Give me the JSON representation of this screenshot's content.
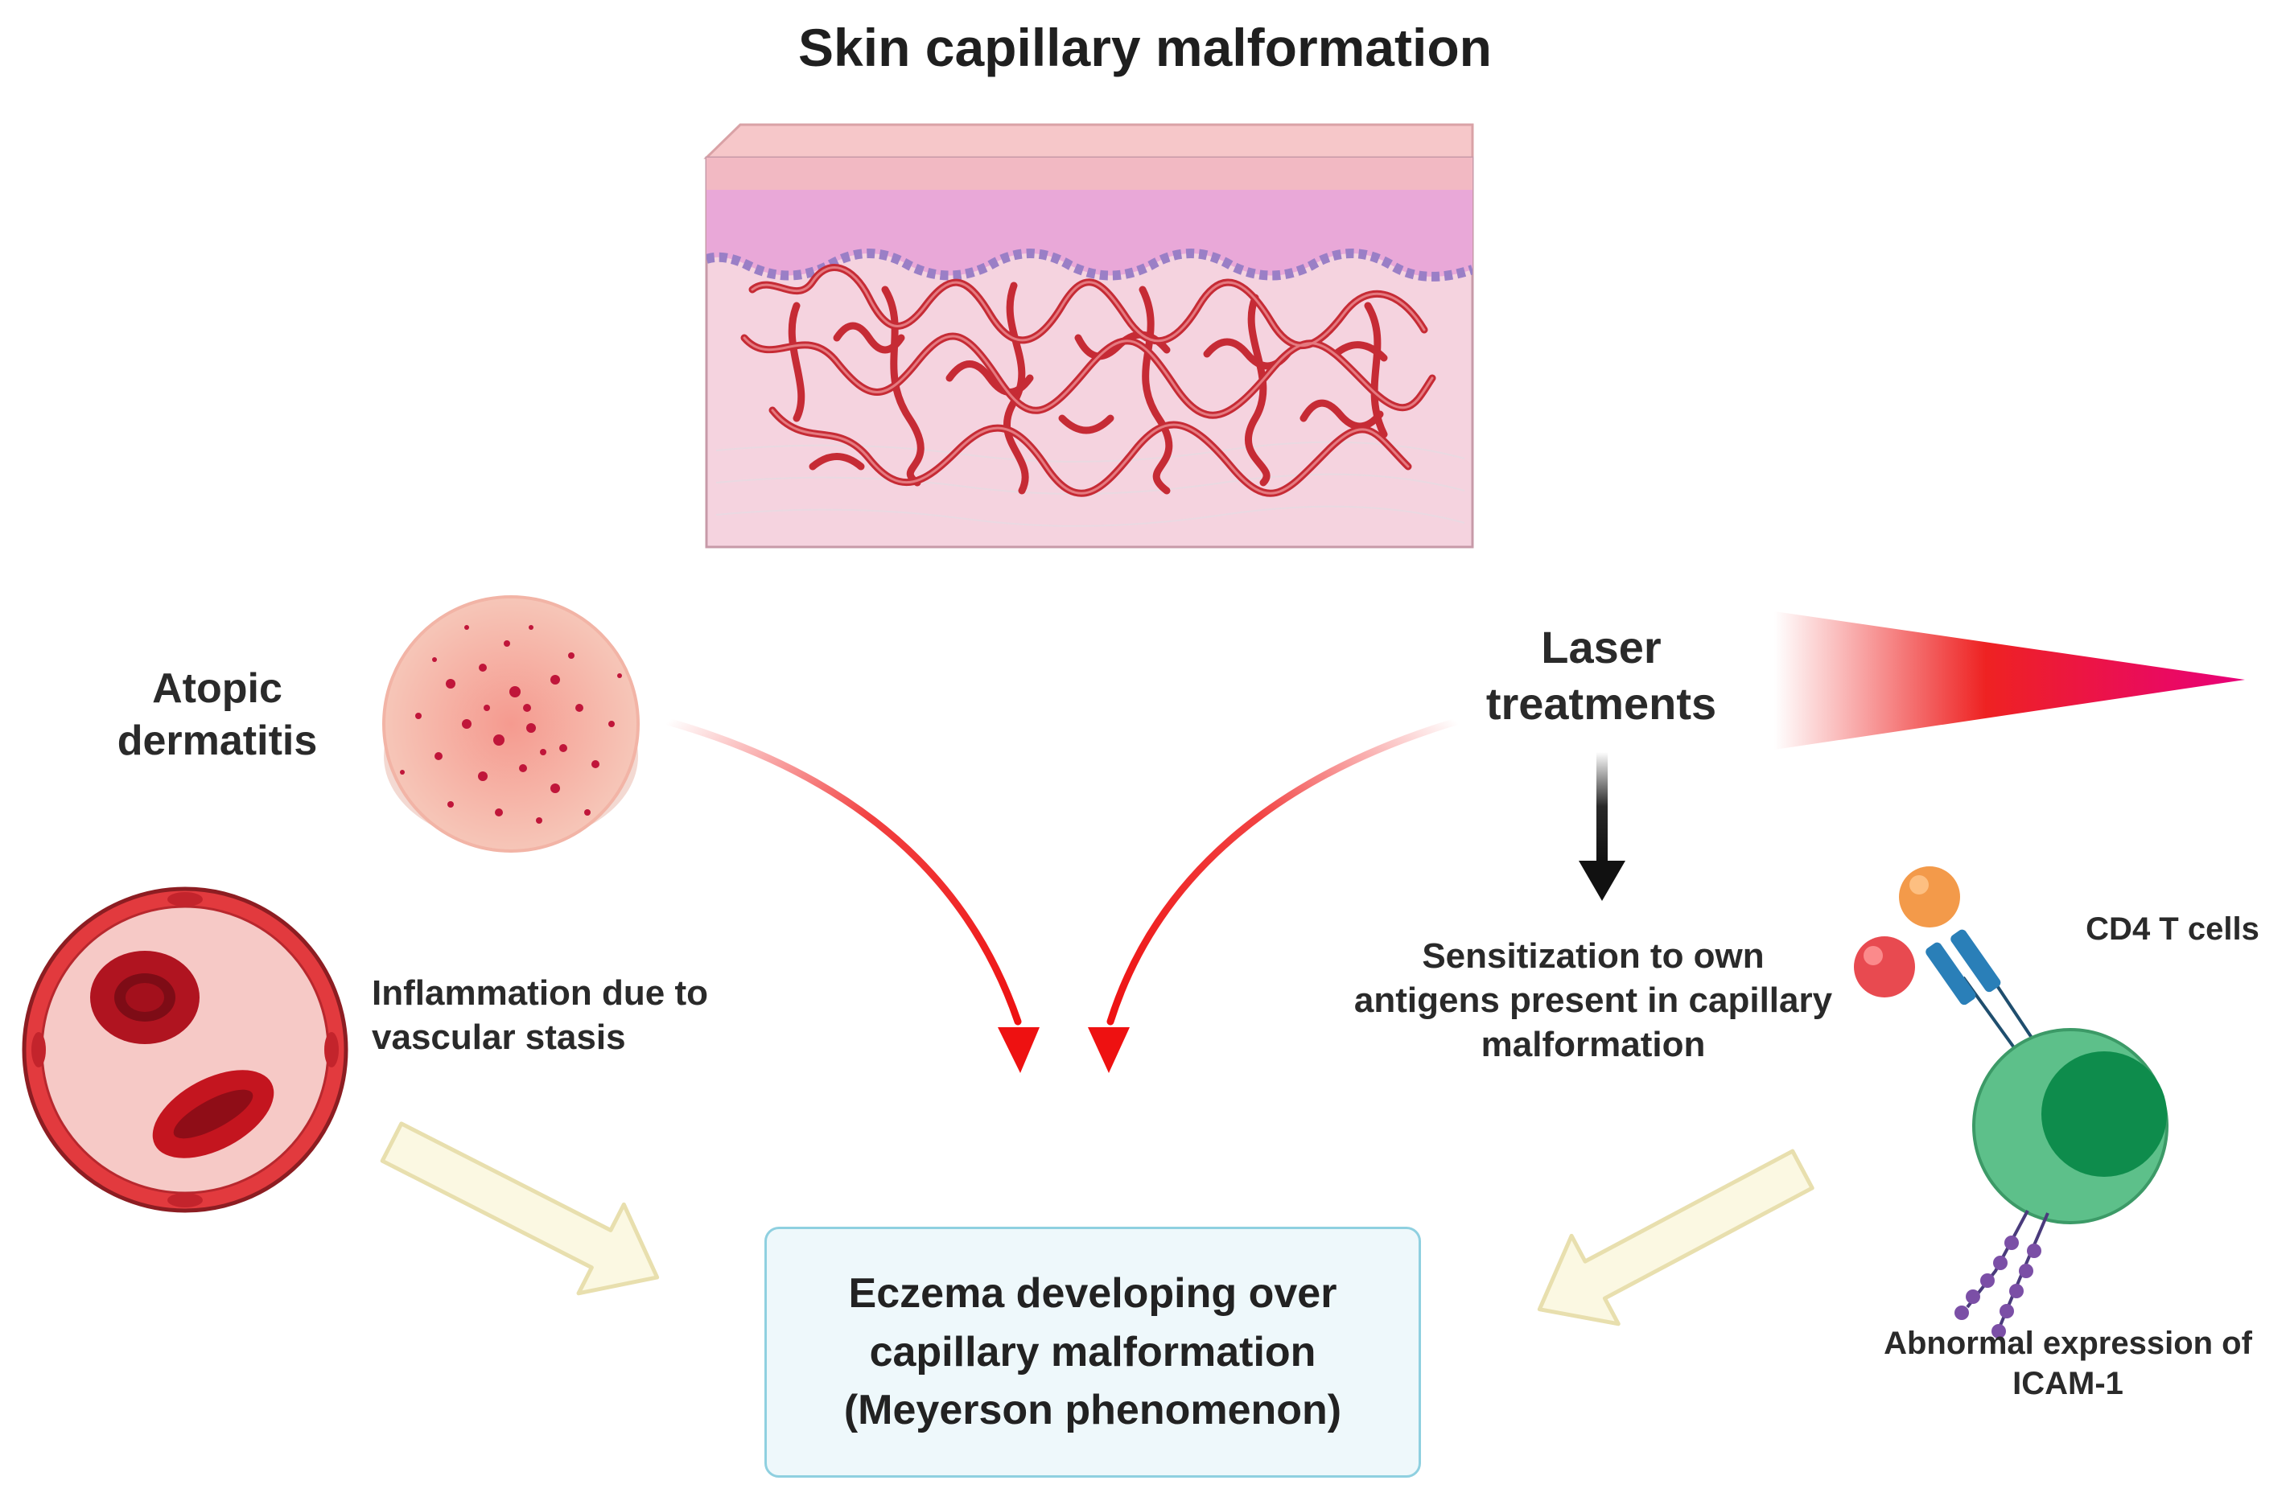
{
  "title": "Skin capillary malformation",
  "left": {
    "atopic_label": "Atopic dermatitis",
    "inflammation_label": "Inflammation due to vascular stasis"
  },
  "right": {
    "laser_label": "Laser treatments",
    "sensitization_label": "Sensitization to own antigens present in capillary malformation",
    "cd4_label": "CD4 T cells",
    "icam_label": "Abnormal expression of ICAM-1"
  },
  "outcome": {
    "line1": "Eczema developing over",
    "line2": "capillary malformation",
    "line3": "(Meyerson phenomenon)"
  },
  "colors": {
    "red_arrow": "#ee1111",
    "hollow_arrow_fill": "#fbf8e2",
    "hollow_arrow_stroke": "#e8dfae",
    "box_border": "#8fd0e0",
    "tcell": "#5dc08a",
    "skin_dermis": "#f5d3df",
    "vessel": "#c62b35"
  }
}
